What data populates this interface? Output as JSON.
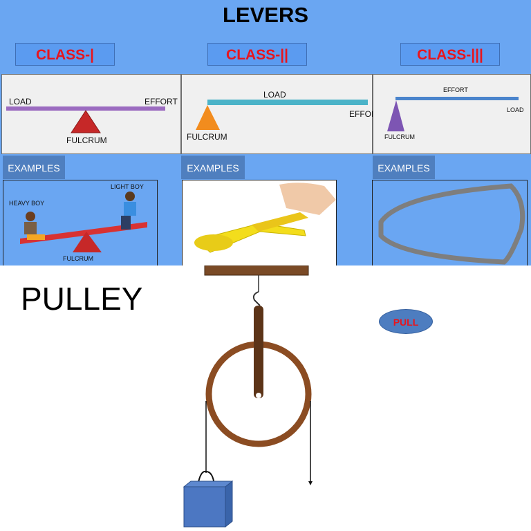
{
  "header": {
    "title": "LEVERS"
  },
  "classes": [
    "CLASS-|",
    "CLASS-||",
    "CLASS-|||"
  ],
  "panel1": {
    "load": "LOAD",
    "effort": "EFFORT",
    "fulcrum": "FULCRUM"
  },
  "panel2": {
    "load": "LOAD",
    "effort": "EFFORT",
    "fulcrum": "FULCRUM"
  },
  "panel3": {
    "load": "LOAD",
    "effort": "EFFORT",
    "fulcrum": "FULCRUM"
  },
  "examples_label": "EXAMPLES",
  "seesaw": {
    "heavy": "HEAVY BOY",
    "light": "LIGHT BOY",
    "fulcrum": "FULCRUM"
  },
  "pulley": {
    "title": "PULLEY",
    "pull": "PULL"
  },
  "colors": {
    "banner": "#6aa6f2",
    "class_text": "#e8151d",
    "lever1": "#9b6bc0",
    "lever2": "#4bb3c8",
    "lever3": "#4a84cc"
  }
}
